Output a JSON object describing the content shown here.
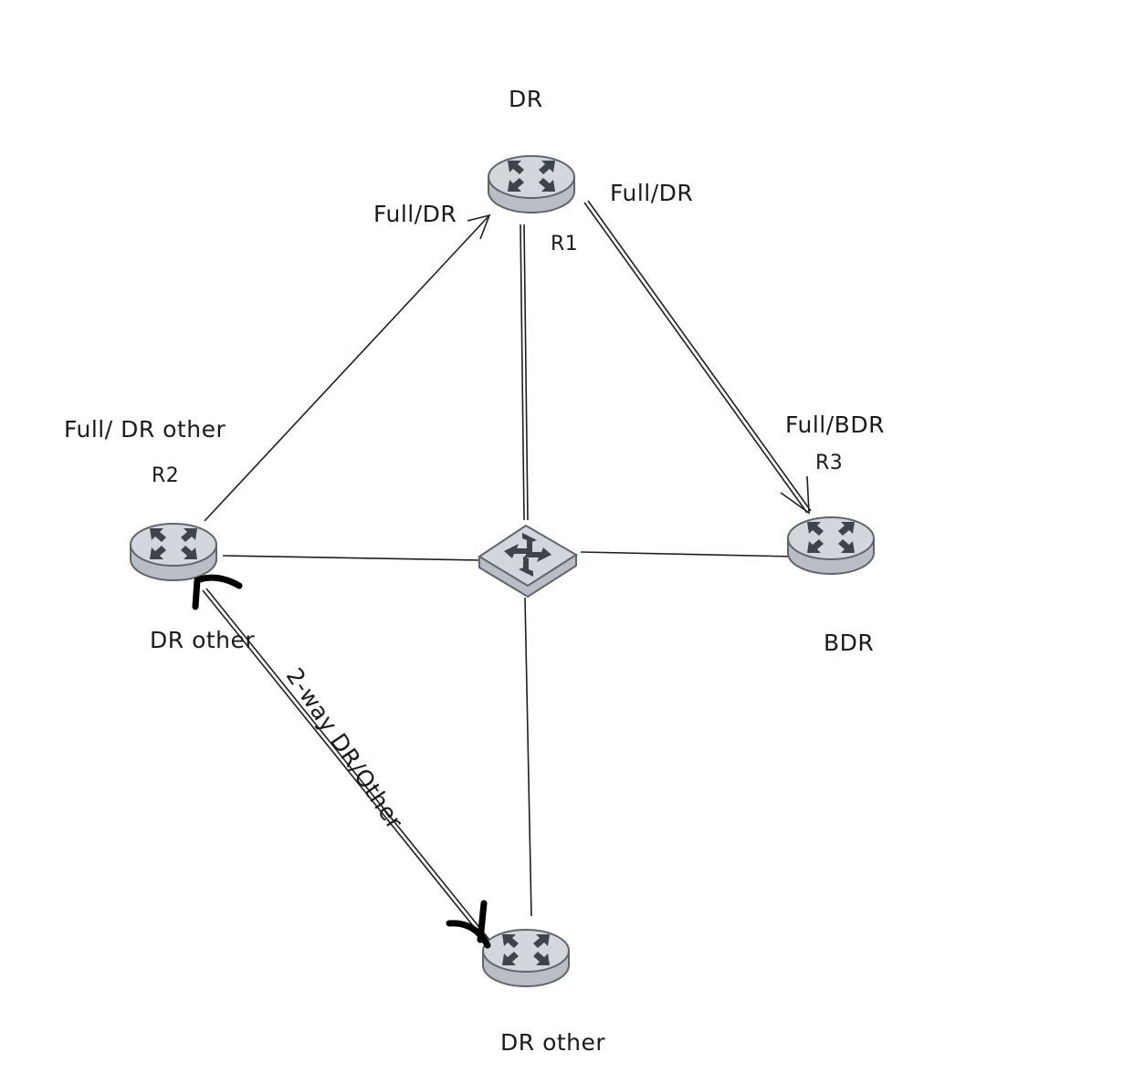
{
  "nodes": {
    "r1": {
      "name": "R1",
      "role": "DR"
    },
    "r2": {
      "name": "R2",
      "role": "DR other"
    },
    "r3": {
      "name": "R3",
      "role": "BDR"
    },
    "r4": {
      "role": "DR other"
    }
  },
  "links": {
    "r2_r1_state": "Full/DR",
    "r1_r3_state": "Full/DR",
    "r3_state": "Full/BDR",
    "r2_state": "Full/ DR other",
    "r2_r4_state": "2-way DR/Other"
  },
  "icons": {
    "router": "router-icon",
    "switch": "switch-icon"
  },
  "colors": {
    "device_fill": "#c9ced3",
    "device_stroke": "#5f656b",
    "device_arrow": "#3f444a",
    "line": "#1f1f1f",
    "marker": "#000000"
  }
}
